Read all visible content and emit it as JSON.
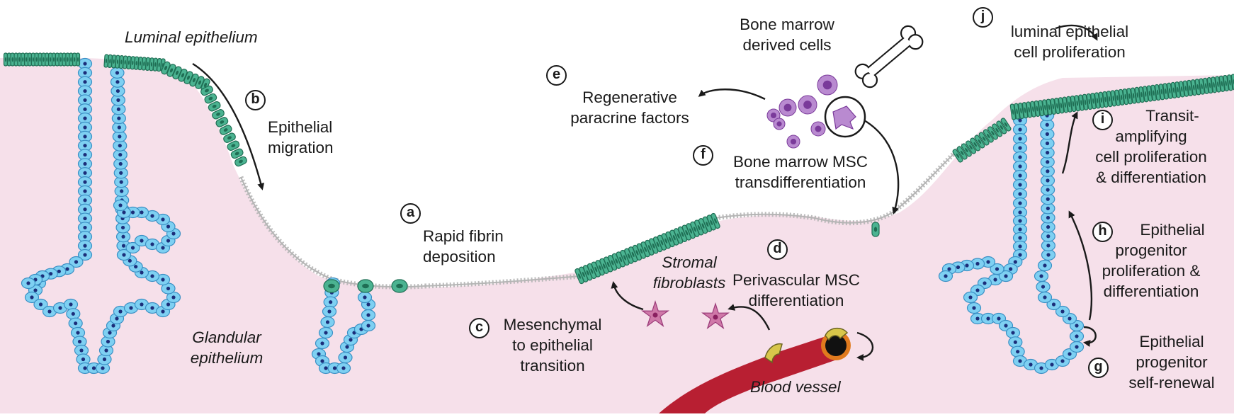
{
  "colors": {
    "tissue": "#f6e0ea",
    "luminal_cell": "#4bb391",
    "luminal_nucleus": "#1f6e54",
    "glandular_cell": "#7ed0f2",
    "glandular_outline": "#3a8fc4",
    "glandular_nucleus": "#1c2e7a",
    "fibrin": "#b5b5b5",
    "bone_marrow_cell": "#b98ad0",
    "bone_marrow_nucleus": "#7a3a9a",
    "fibroblast": "#cf78a8",
    "vessel": "#b81f32",
    "pericyte": "#d8c64a"
  },
  "labels": {
    "luminal_epithelium": "Luminal epithelium",
    "glandular_line1": "Glandular",
    "glandular_line2": "epithelium",
    "stromal_line1": "Stromal",
    "stromal_line2": "fibroblasts",
    "blood_vessel": "Blood vessel",
    "bm_derived_line1": "Bone marrow",
    "bm_derived_line2": "derived cells"
  },
  "steps": {
    "a": {
      "badge": "a",
      "lines": [
        "Rapid fibrin",
        "deposition"
      ]
    },
    "b": {
      "badge": "b",
      "lines": [
        "Epithelial",
        "migration"
      ]
    },
    "c": {
      "badge": "c",
      "lines": [
        "Mesenchymal",
        "to epithelial",
        "transition"
      ]
    },
    "d": {
      "badge": "d",
      "lines": [
        "Perivascular MSC",
        "differentiation"
      ]
    },
    "e": {
      "badge": "e",
      "lines": [
        "Regenerative",
        "paracrine factors"
      ]
    },
    "f": {
      "badge": "f",
      "lines": [
        "Bone marrow MSC",
        "transdifferentiation"
      ]
    },
    "g": {
      "badge": "g",
      "lines": [
        "Epithelial",
        "progenitor",
        "self-renewal"
      ]
    },
    "h": {
      "badge": "h",
      "lines": [
        "Epithelial",
        "progenitor",
        "proliferation &",
        "differentiation"
      ]
    },
    "i": {
      "badge": "i",
      "lines": [
        "Transit-",
        "amplifying",
        "cell proliferation",
        "& differentiation"
      ]
    },
    "j": {
      "badge": "j",
      "lines": [
        "luminal epithelial",
        "cell proliferation"
      ]
    }
  },
  "icons": [
    "bone-icon",
    "bone-marrow-cell-icon",
    "msc-cell-icon",
    "fibroblast-icon",
    "blood-vessel-icon",
    "circular-arrow-icon"
  ]
}
